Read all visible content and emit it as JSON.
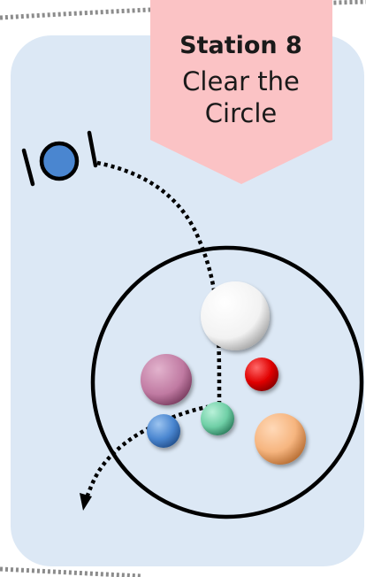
{
  "station": {
    "title": "Station 8",
    "subtitle_line1": "Clear the",
    "subtitle_line2": "Circle"
  },
  "colors": {
    "card_background": "#dce8f5",
    "banner": "#fbc3c5",
    "outline": "#000000",
    "frame_dash": "#8c8c8c",
    "shooter_ball": "#4a86d0",
    "ball_white": "#ffffff",
    "ball_mauve": "#c07aa2",
    "ball_red": "#e00000",
    "ball_blue": "#4a86d0",
    "ball_teal": "#6fcfa6",
    "ball_peach": "#f6b57f"
  },
  "balls_in_circle": [
    {
      "name": "white-ball",
      "color": "white"
    },
    {
      "name": "mauve-ball",
      "color": "mauve"
    },
    {
      "name": "red-ball",
      "color": "red"
    },
    {
      "name": "blue-ball",
      "color": "blue"
    },
    {
      "name": "teal-ball",
      "color": "teal"
    },
    {
      "name": "peach-ball",
      "color": "peach"
    }
  ]
}
